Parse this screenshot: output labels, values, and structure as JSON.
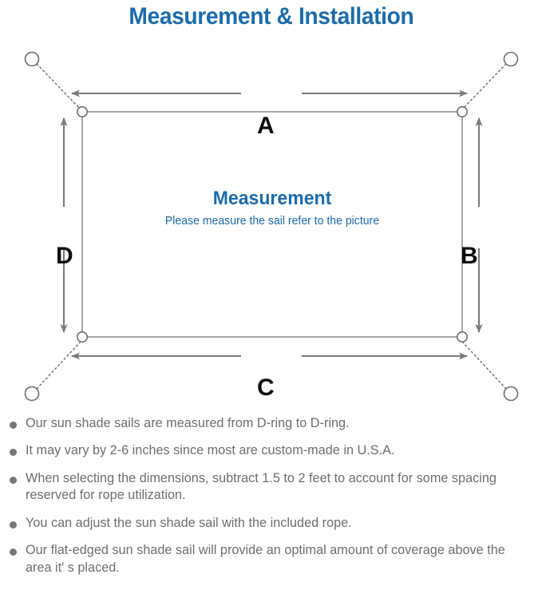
{
  "page": {
    "title": "Measurement & Installation",
    "title_color": "#1b6cab",
    "background_color": "#ffffff"
  },
  "diagram": {
    "name": "sun-shade-sail-measurement-diagram",
    "center_label": {
      "heading": "Measurement",
      "subheading": "Please measure the sail refer to the picture",
      "color": "#1b6cab"
    },
    "dimension_labels": [
      {
        "id": "a",
        "label": "A",
        "edge": "top",
        "orientation": "horizontal"
      },
      {
        "id": "b",
        "label": "B",
        "edge": "right",
        "orientation": "vertical"
      },
      {
        "id": "c",
        "label": "C",
        "edge": "bottom",
        "orientation": "horizontal"
      },
      {
        "id": "d",
        "label": "D",
        "edge": "left",
        "orientation": "vertical"
      }
    ],
    "sail_outline_color": "#8a8a8a",
    "arrow_color": "#7a7a7a",
    "anchor_ring_color": "#6e6e6e",
    "rope_line_style": "dotted",
    "corners": [
      {
        "id": "top-left",
        "d_ring": true,
        "anchor_ring": true
      },
      {
        "id": "top-right",
        "d_ring": true,
        "anchor_ring": true
      },
      {
        "id": "bottom-left",
        "d_ring": true,
        "anchor_ring": true
      },
      {
        "id": "bottom-right",
        "d_ring": true,
        "anchor_ring": true
      }
    ]
  },
  "notes": {
    "text_color": "#6e6e6e",
    "bullet_color": "#777777",
    "items": [
      "Our sun shade sails are measured from D-ring to D-ring.",
      "It may vary by 2-6 inches since most are custom-made in U.S.A.",
      "When selecting the dimensions, subtract 1.5 to 2 feet to account for some spacing reserved for rope utilization.",
      "You can adjust the sun shade sail with the included rope.",
      "Our flat-edged sun shade sail will provide an optimal amount of coverage above the area it′ s placed."
    ]
  }
}
